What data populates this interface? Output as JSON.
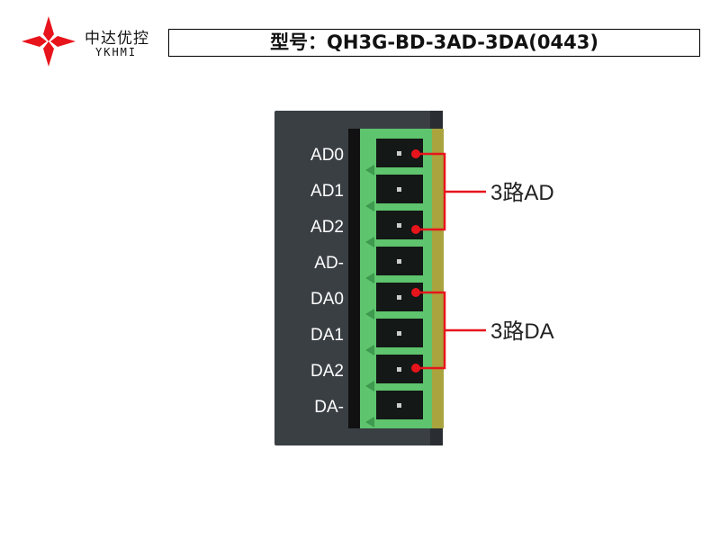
{
  "logo": {
    "name_cn": "中达优控",
    "name_en": "YKHMI"
  },
  "model": "型号：QH3G-BD-3AD-3DA(0443)",
  "terminals": [
    "AD0",
    "AD1",
    "AD2",
    "AD-",
    "DA0",
    "DA1",
    "DA2",
    "DA-"
  ],
  "callouts": {
    "ad": "3路AD",
    "da": "3路DA"
  },
  "colors": {
    "accent": "#e8141c",
    "terminal": "#5ec46e",
    "body": "#3a3f44"
  }
}
